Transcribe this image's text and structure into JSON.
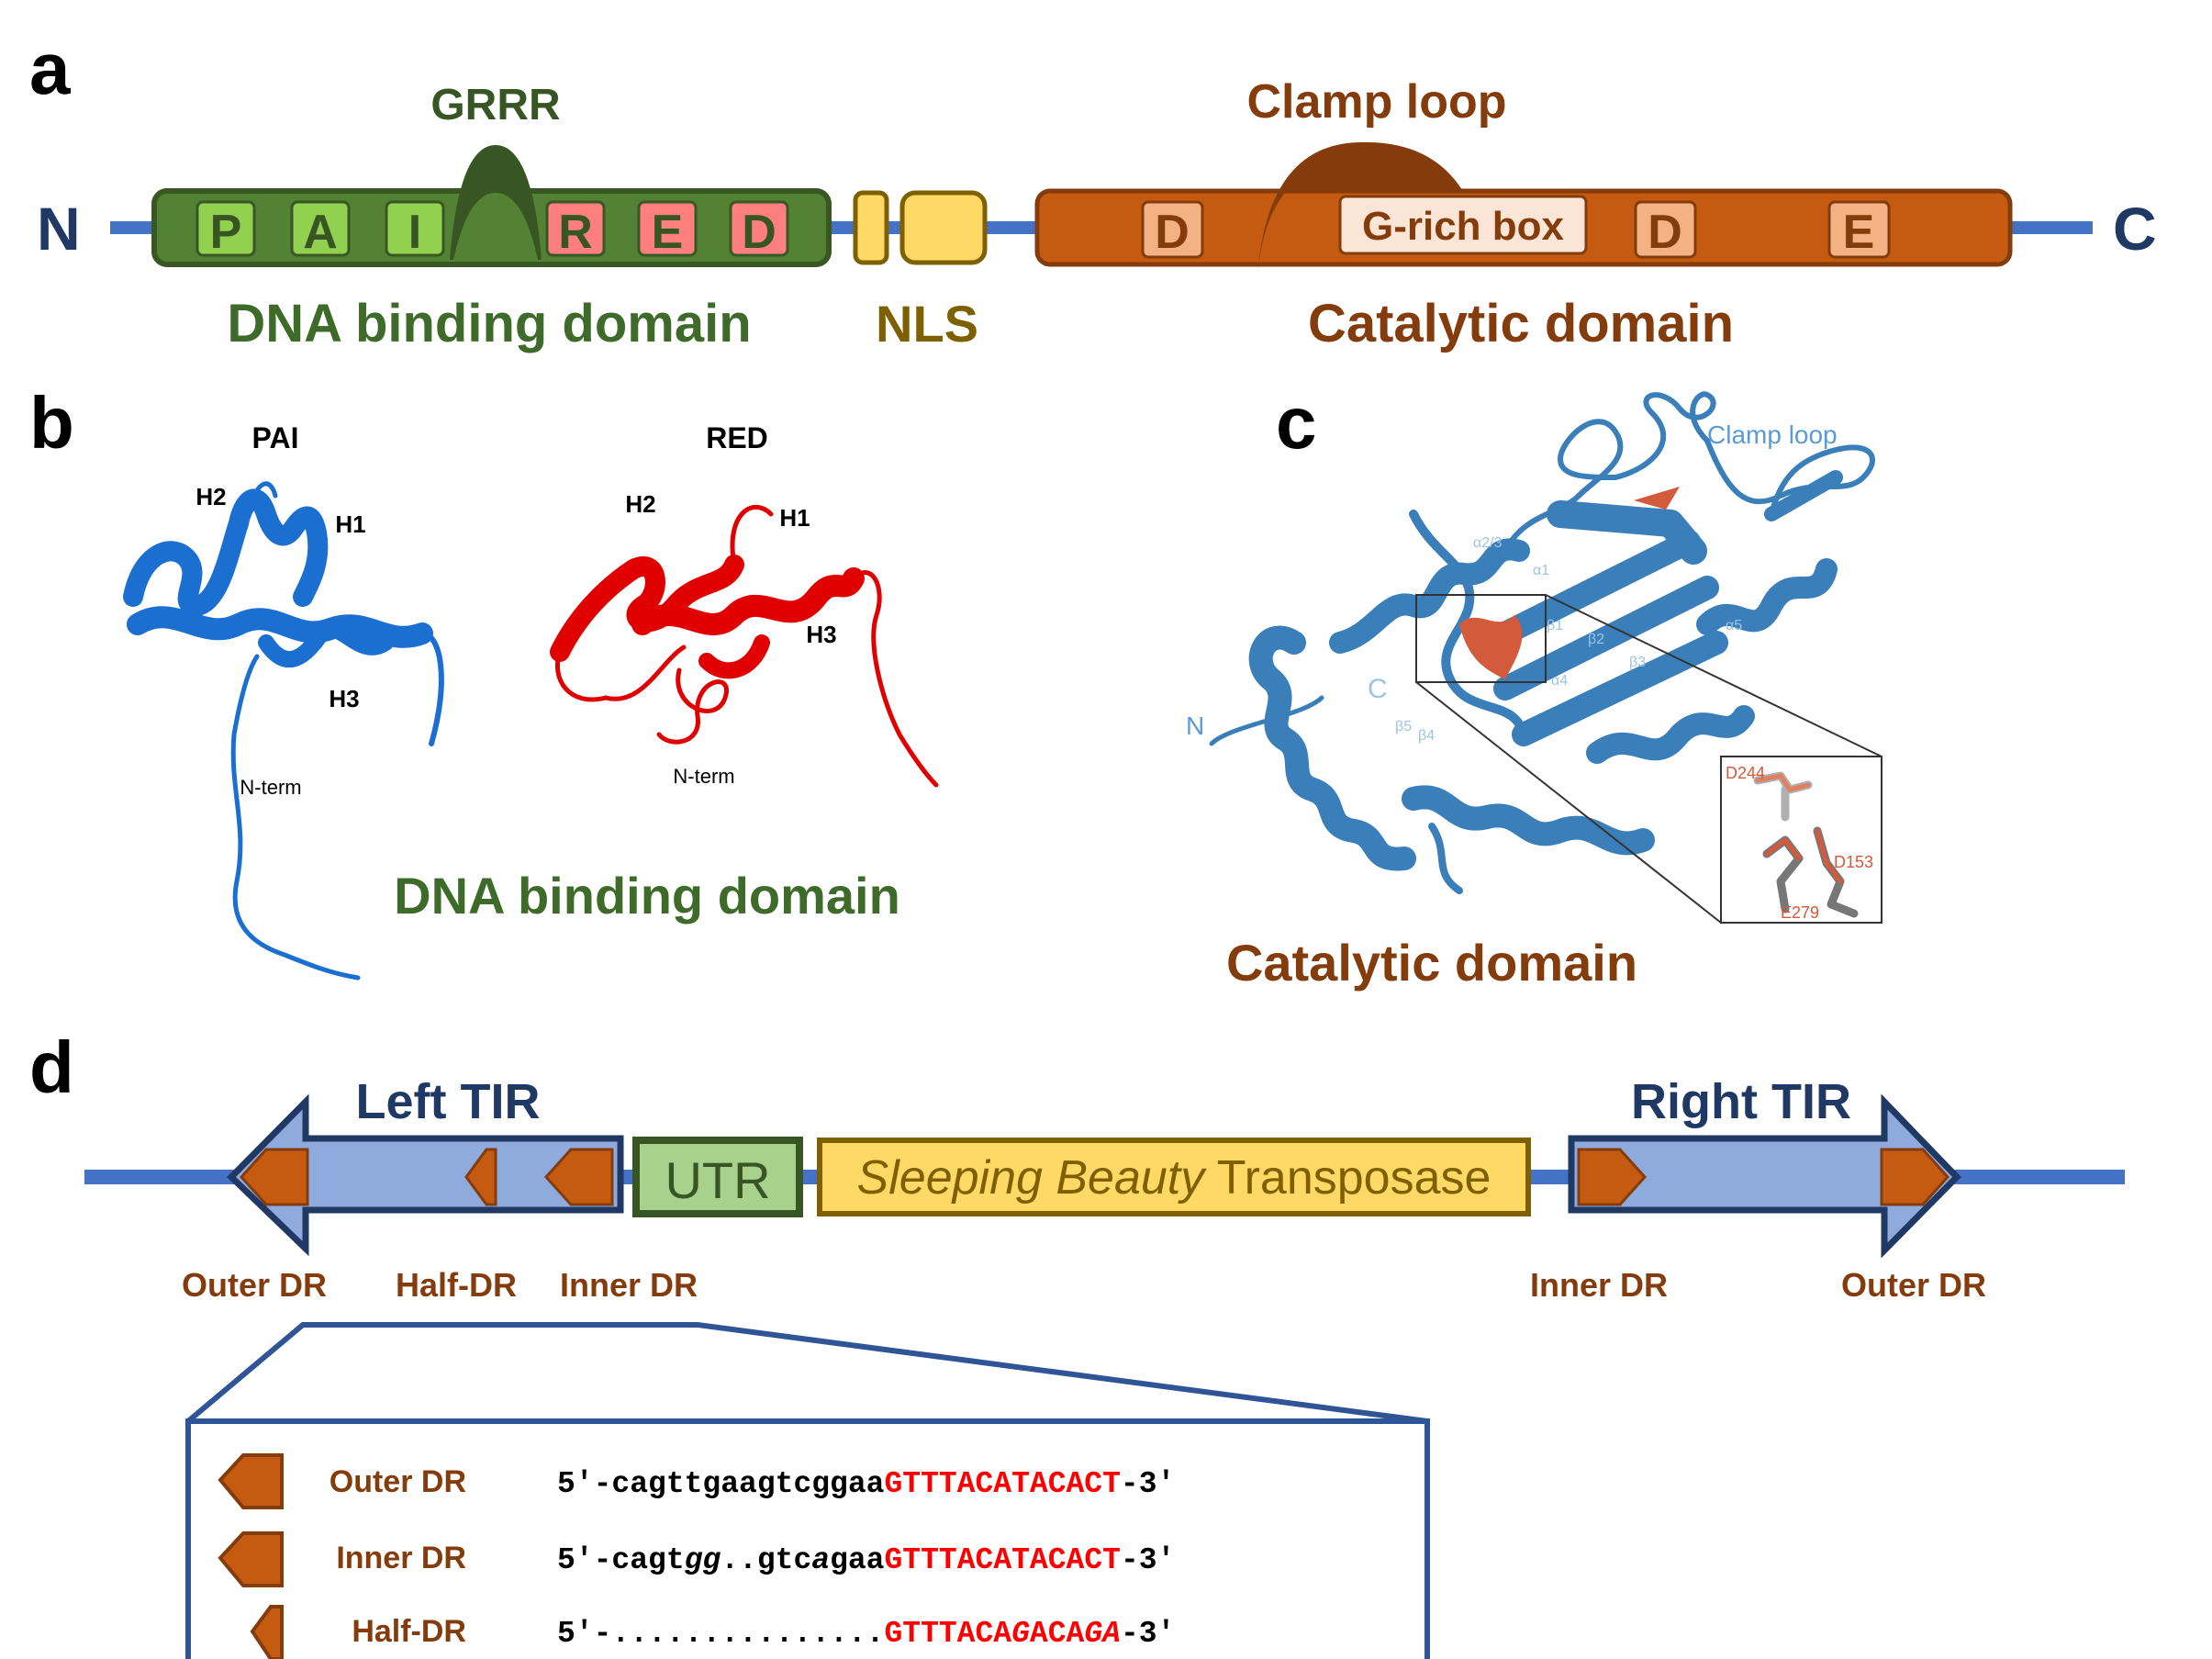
{
  "panel_a": {
    "label": "a",
    "n_terminus": "N",
    "c_terminus": "C",
    "grrr": "GRRR",
    "clamp_loop": "Clamp loop",
    "pai_letters": [
      "P",
      "A",
      "I"
    ],
    "red_letters": [
      "R",
      "E",
      "D"
    ],
    "catalytic_boxes": [
      "D",
      "G-rich box",
      "D",
      "E"
    ],
    "dna_binding_domain": "DNA binding domain",
    "nls": "NLS",
    "catalytic_domain": "Catalytic domain",
    "colors": {
      "dna_domain": "#3f6b2a",
      "pai_box": "#92d050",
      "red_box": "#ff7f7f",
      "nls": "#ffd966",
      "catalytic": "#c55a11",
      "backbone": "#4472c4",
      "terminus_text": "#1f3864"
    }
  },
  "panel_b": {
    "label": "b",
    "pai_title": "PAI",
    "red_title": "RED",
    "pai_labels": [
      "H2",
      "H1",
      "H3",
      "N-term"
    ],
    "red_labels": [
      "H2",
      "H1",
      "H3",
      "N-term"
    ],
    "caption": "DNA binding domain",
    "colors": {
      "pai": "#1a6fd1",
      "red": "#e00000"
    }
  },
  "panel_c": {
    "label": "c",
    "clamp_loop": "Clamp loop",
    "structure_labels": [
      "α2/3",
      "α1",
      "β1",
      "β2",
      "β3",
      "α4",
      "α5",
      "β4",
      "β5",
      "C",
      "N"
    ],
    "inset_residues": [
      "D244",
      "D153",
      "E279"
    ],
    "caption": "Catalytic domain",
    "colors": {
      "protein": "#3a7fba",
      "residue": "#d35a3a"
    }
  },
  "panel_d": {
    "label": "d",
    "left_tir": "Left TIR",
    "right_tir": "Right TIR",
    "utr": "UTR",
    "transposase_italic": "Sleeping Beauty",
    "transposase_rest": " Transposase",
    "dr_labels_left": [
      "Outer DR",
      "Half-DR",
      "Inner DR"
    ],
    "dr_labels_right": [
      "Inner DR",
      "Outer DR"
    ],
    "sequences": [
      {
        "name": "Outer DR",
        "parts": [
          {
            "t": "5′-cagttgaagtcggaa",
            "c": "k",
            "i": false
          },
          {
            "t": "GTTTACATACACT",
            "c": "r",
            "i": false
          },
          {
            "t": "-3′",
            "c": "k",
            "i": false
          }
        ]
      },
      {
        "name": "Inner DR",
        "parts": [
          {
            "t": "5′-cagt",
            "c": "k",
            "i": false
          },
          {
            "t": "gg",
            "c": "k",
            "i": true
          },
          {
            "t": "..gtc",
            "c": "k",
            "i": false
          },
          {
            "t": "a",
            "c": "k",
            "i": true
          },
          {
            "t": "gaa",
            "c": "k",
            "i": false
          },
          {
            "t": "GTTTACATACACT",
            "c": "r",
            "i": false
          },
          {
            "t": "-3′",
            "c": "k",
            "i": false
          }
        ]
      },
      {
        "name": "Half-DR",
        "parts": [
          {
            "t": "5′-...............",
            "c": "k",
            "i": false
          },
          {
            "t": "GTTTACA",
            "c": "r",
            "i": false
          },
          {
            "t": "G",
            "c": "r",
            "i": true
          },
          {
            "t": "ACA",
            "c": "r",
            "i": false
          },
          {
            "t": "GA",
            "c": "r",
            "i": true
          },
          {
            "t": "-3′",
            "c": "k",
            "i": false
          }
        ]
      }
    ],
    "colors": {
      "tir_fill": "#8faadc",
      "tir_stroke": "#203864",
      "dr": "#c55a11",
      "utr_fill": "#a9d18e",
      "utr_stroke": "#375623",
      "transposase_fill": "#ffd966",
      "transposase_stroke": "#7f6000",
      "text_brown": "#843c0c",
      "seq_red": "#ff0000"
    }
  }
}
